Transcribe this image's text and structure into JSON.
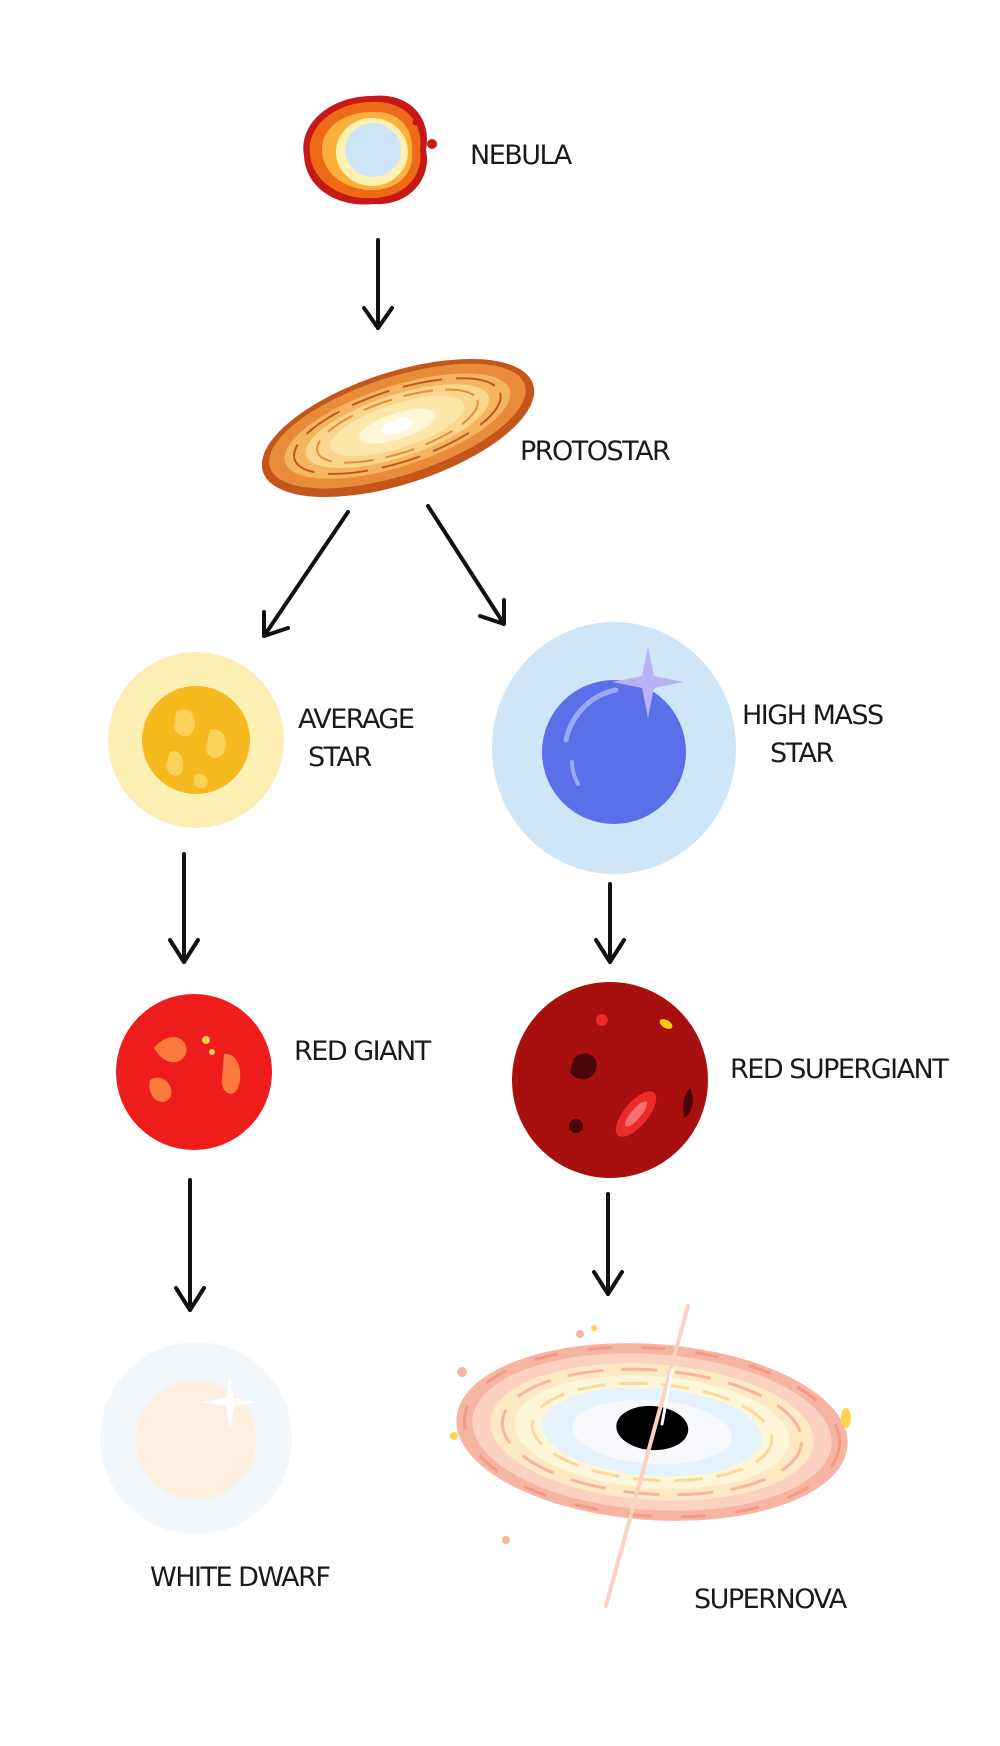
{
  "stages": {
    "nebula": {
      "label": "NEBULA"
    },
    "protostar": {
      "label": "PROTOSTAR"
    },
    "average_star": {
      "label_line1": "AVERAGE",
      "label_line2": "STAR"
    },
    "high_mass_star": {
      "label_line1": "HIGH MASS",
      "label_line2": "STAR"
    },
    "red_giant": {
      "label": "RED GIANT"
    },
    "red_supergiant": {
      "label": "RED SUPERGIANT"
    },
    "white_dwarf": {
      "label": "WHITE DWARF"
    },
    "supernova": {
      "label": "SUPERNOVA"
    }
  },
  "colors": {
    "nebula_outer": "#e8571b",
    "nebula_mid": "#fbb03b",
    "nebula_core": "#cde6f7",
    "protostar_outer": "#d9772a",
    "protostar_inner": "#fde7a8",
    "average_glow": "#fcefb4",
    "average_core": "#f6b91d",
    "high_mass_glow": "#cfe5f8",
    "high_mass_core": "#5b6fe8",
    "red_giant": "#ef1c1c",
    "red_supergiant": "#a80f0f",
    "white_dwarf_glow": "#f2f7fc",
    "white_dwarf_core": "#fdf0e0",
    "supernova_ring": "#f6b4a3",
    "supernova_inner": "#fdf6d8",
    "arrow": "#111111"
  }
}
